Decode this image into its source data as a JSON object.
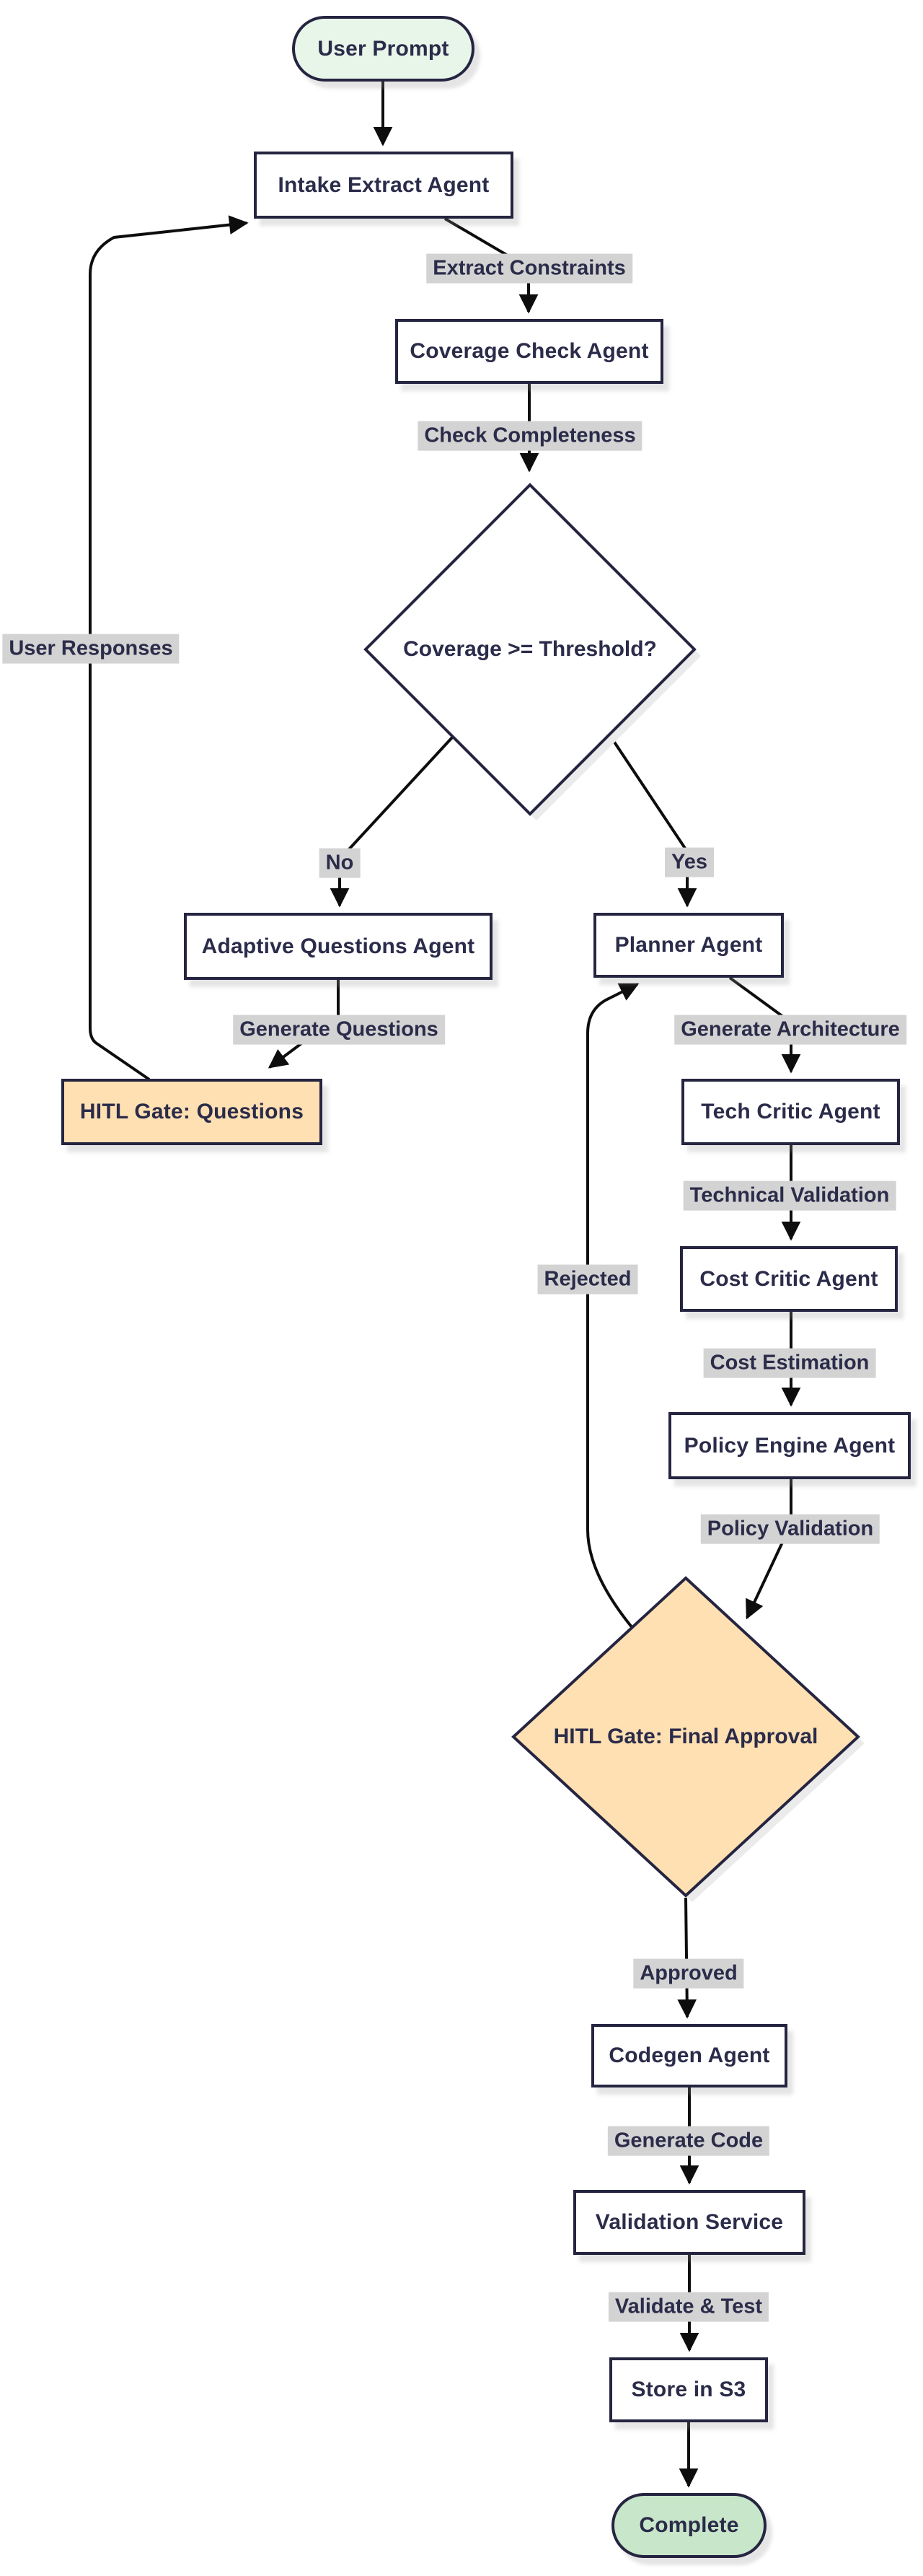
{
  "diagram": {
    "type": "flowchart",
    "nodes": {
      "user_prompt": {
        "label": "User Prompt",
        "shape": "stadium",
        "fill": "#e8f5e9"
      },
      "intake": {
        "label": "Intake Extract Agent",
        "shape": "rect",
        "fill": "#ffffff"
      },
      "coverage_check": {
        "label": "Coverage Check Agent",
        "shape": "rect",
        "fill": "#ffffff"
      },
      "coverage_decision": {
        "label": "Coverage >= Threshold?",
        "shape": "diamond",
        "fill": "#ffffff"
      },
      "adaptive_questions": {
        "label": "Adaptive Questions Agent",
        "shape": "rect",
        "fill": "#ffffff"
      },
      "planner": {
        "label": "Planner Agent",
        "shape": "rect",
        "fill": "#ffffff"
      },
      "hitl_questions": {
        "label": "HITL Gate: Questions",
        "shape": "rect",
        "fill": "#ffe0b2"
      },
      "tech_critic": {
        "label": "Tech Critic Agent",
        "shape": "rect",
        "fill": "#ffffff"
      },
      "cost_critic": {
        "label": "Cost Critic Agent",
        "shape": "rect",
        "fill": "#ffffff"
      },
      "policy_engine": {
        "label": "Policy Engine Agent",
        "shape": "rect",
        "fill": "#ffffff"
      },
      "hitl_final": {
        "label": "HITL Gate: Final Approval",
        "shape": "diamond",
        "fill": "#ffe0b2"
      },
      "codegen": {
        "label": "Codegen Agent",
        "shape": "rect",
        "fill": "#ffffff"
      },
      "validation_service": {
        "label": "Validation Service",
        "shape": "rect",
        "fill": "#ffffff"
      },
      "store_s3": {
        "label": "Store in S3",
        "shape": "rect",
        "fill": "#ffffff"
      },
      "complete": {
        "label": "Complete",
        "shape": "stadium",
        "fill": "#c8e6c9"
      }
    },
    "edge_labels": {
      "extract_constraints": "Extract Constraints",
      "check_completeness": "Check Completeness",
      "user_responses": "User Responses",
      "no": "No",
      "yes": "Yes",
      "generate_questions": "Generate Questions",
      "generate_architecture": "Generate Architecture",
      "technical_validation": "Technical Validation",
      "cost_estimation": "Cost Estimation",
      "policy_validation": "Policy Validation",
      "rejected": "Rejected",
      "approved": "Approved",
      "generate_code": "Generate Code",
      "validate_test": "Validate & Test"
    },
    "colors": {
      "background": "#ffffff",
      "node_fill": "#ffffff",
      "node_border": "#252541",
      "text": "#2b2b4a",
      "start_fill": "#e8f5e9",
      "complete_fill": "#c8e6c9",
      "hitl_fill": "#ffe0b2",
      "edge_label_bg": "#d3d3d3",
      "edge_stroke": "#0d0d0d",
      "shadow": "#ebebeb"
    }
  }
}
